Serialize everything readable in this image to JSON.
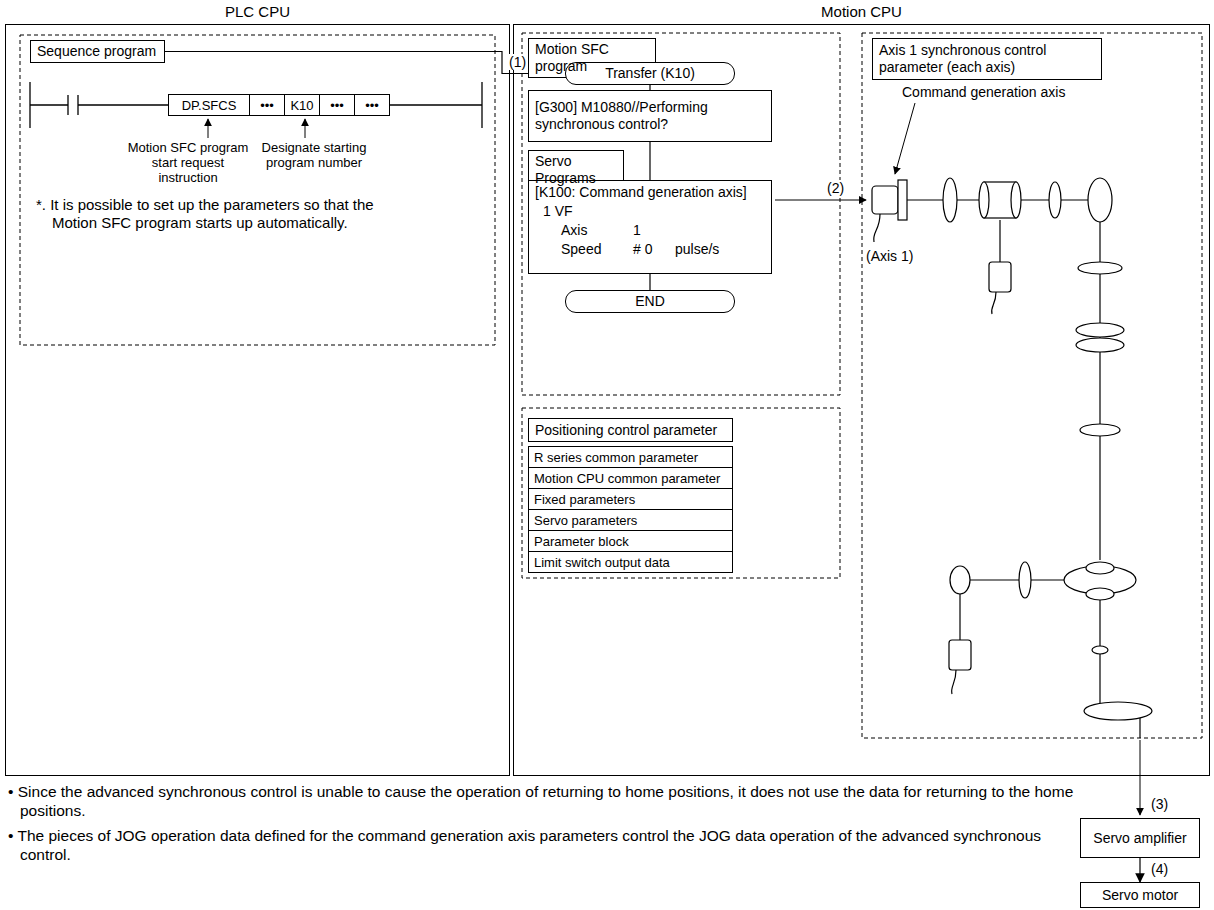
{
  "diagram": {
    "nodes": [
      {
        "text": [
          "PLC CPU"
        ]
      },
      {
        "text": [
          "Sequence program"
        ],
        "in": 0
      },
      {
        "text": [
          "DP.SFCS"
        ],
        "in": 0
      },
      {
        "text": [
          "•••"
        ],
        "in": 0
      },
      {
        "text": [
          "K10"
        ],
        "in": 0
      },
      {
        "text": [
          "•••"
        ],
        "in": 0
      },
      {
        "text": [
          "•••"
        ],
        "in": 0
      },
      {
        "text": [
          "Motion CPU"
        ]
      },
      {
        "text": [
          "Motion SFC program"
        ],
        "in": 7
      },
      {
        "text": [
          "Transfer (K10)"
        ],
        "in": 7
      },
      {
        "text": [
          "[G300] M10880//Performing synchronous control?"
        ],
        "in": 7
      },
      {
        "text": [
          "Servo Programs"
        ],
        "in": 7
      },
      {
        "text": [
          "[K100: Command generation axis]",
          "1 VF",
          "Axis",
          "1",
          "Speed",
          "# 0",
          "pulse/s"
        ],
        "in": 7
      },
      {
        "text": [
          "END"
        ],
        "in": 7
      },
      {
        "text": [
          "Axis 1 synchronous control parameter (each axis)"
        ],
        "in": 7
      },
      {
        "text": [
          "Positioning control parameter"
        ],
        "in": 7
      },
      {
        "text": [
          "R series common parameter"
        ],
        "in": 7
      },
      {
        "text": [
          "Motion CPU common parameter"
        ],
        "in": 7
      },
      {
        "text": [
          "Fixed parameters"
        ],
        "in": 7
      },
      {
        "text": [
          "Servo parameters"
        ],
        "in": 7
      },
      {
        "text": [
          "Parameter block"
        ],
        "in": 7
      },
      {
        "text": [
          "Limit switch output data"
        ],
        "in": 7
      },
      {
        "text": [
          "Servo amplifier"
        ]
      },
      {
        "text": [
          "Servo motor"
        ]
      }
    ],
    "edges": [
      {
        "from": 1,
        "to": 9,
        "arrow": "to",
        "label": "(1)"
      },
      {
        "from": 9,
        "to": 10,
        "arrow": "none"
      },
      {
        "from": 10,
        "to": 12,
        "arrow": "none"
      },
      {
        "from": 12,
        "to": 13,
        "arrow": "none"
      },
      {
        "from": 22,
        "to": 23,
        "arrow": "to",
        "label": "(4)"
      }
    ],
    "labels": [
      "Motion SFC program start request instruction",
      "Designate starting program number",
      "*. It is possible to set up the parameters so that the Motion SFC program starts up automatically.",
      "Command generation axis",
      "(Axis 1)",
      "(2)",
      "(3)",
      "• Since the advanced synchronous control is unable to cause the operation of returning to home positions, it does not use the data for returning to the home positions.",
      "• The pieces of JOG operation data defined for the command generation axis parameters control the JOG data operation of the advanced synchronous control."
    ]
  }
}
